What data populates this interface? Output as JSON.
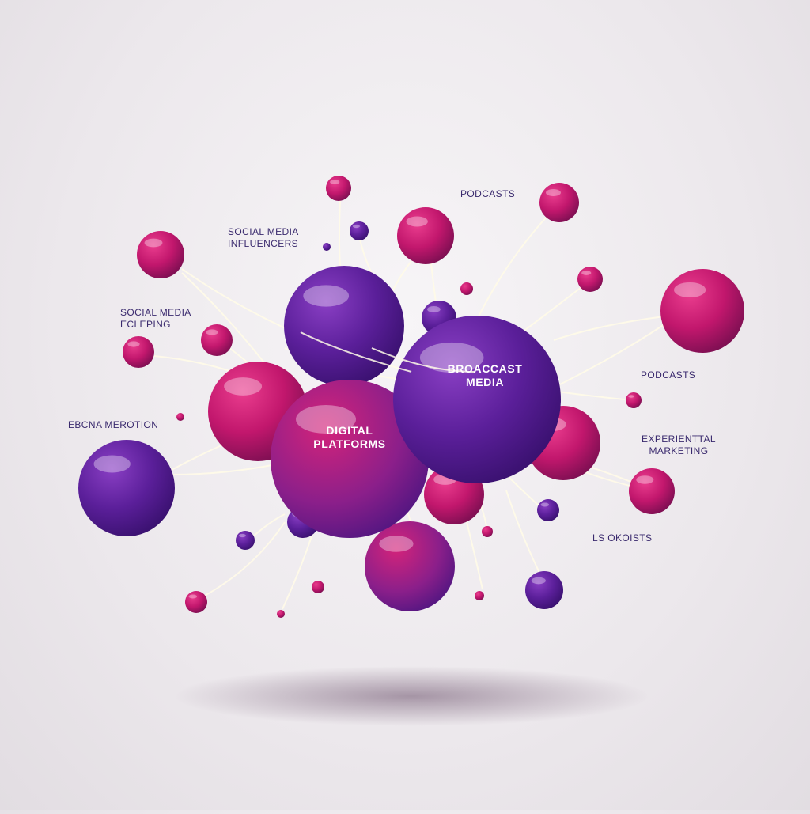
{
  "diagram": {
    "hub_labels": {
      "digital": "DIGITAL\nPLATFORMS",
      "broadcast": "BROACCAST\nMEDIA"
    },
    "labels": {
      "social_influencers": "SOCIAL MEDIA\nINFLUENCERS",
      "social_ecleping": "SOCIAL MEDIA\nECLEPING",
      "ebcna": "EBCNA MEROTION",
      "podcasts_top": "PODCASTS",
      "podcasts_right": "PODCASTS",
      "experiential": "EXPERIENTTAL\nMARKETING",
      "okoists": "LS OKOISTS"
    },
    "colors": {
      "purple": "#5b1f9a",
      "magenta": "#c2176d",
      "label": "#3a2a6e",
      "connector": "#fffbe8"
    }
  }
}
